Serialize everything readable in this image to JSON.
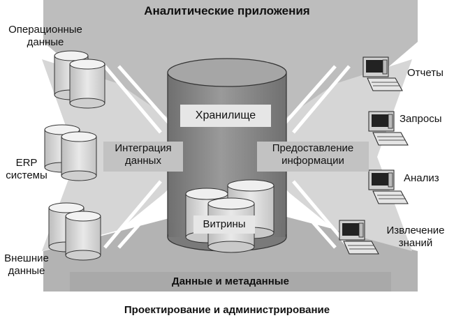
{
  "top_banner": {
    "title": "Аналитические приложения"
  },
  "bottom_banner": {
    "title": "Данные и метаданные"
  },
  "footer": {
    "title": "Проектирование и администрирование"
  },
  "center": {
    "warehouse_label": "Хранилище",
    "marts_label": "Витрины"
  },
  "flows": {
    "integration_label": "Интеграция\nданных",
    "delivery_label": "Предоставление\nинформации"
  },
  "sources": [
    {
      "label": "Операционные\nданные"
    },
    {
      "label": "ERP\nсистемы"
    },
    {
      "label": "Внешние\nданные"
    }
  ],
  "consumers": [
    {
      "label": "Отчеты",
      "icon": "computer-icon"
    },
    {
      "label": "Запросы",
      "icon": "computer-icon"
    },
    {
      "label": "Анализ",
      "icon": "computer-icon"
    },
    {
      "label": "Извлечение\nзнаний",
      "icon": "computer-icon"
    }
  ],
  "colors": {
    "panel": "#bdbdbd",
    "flow": "#d9d9d9",
    "cylinder": "#8a8a8a",
    "cylinder_top": "#a8a8a8",
    "source_cylinder": "#e0e0e0"
  }
}
